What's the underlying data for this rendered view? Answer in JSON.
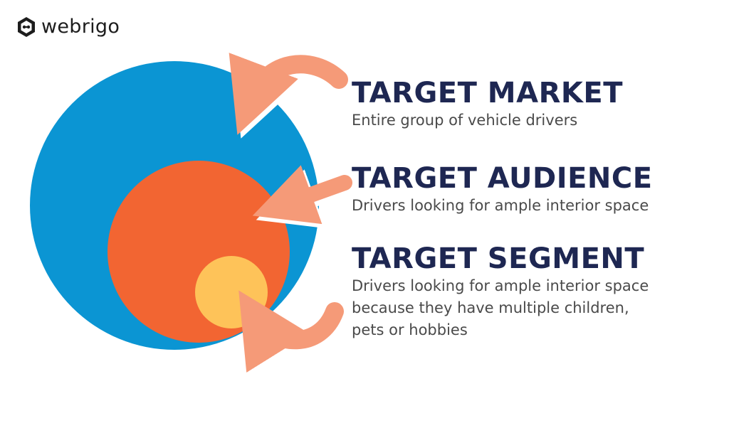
{
  "brand": {
    "name": "webrigo",
    "logo_icon": "hexagon-logo-icon"
  },
  "colors": {
    "market_circle": "#0b95d3",
    "audience_circle": "#f26532",
    "segment_circle": "#fec359",
    "arrow": "#f59a78",
    "title_text": "#1e2752",
    "desc_text": "#4a4a4a"
  },
  "levels": [
    {
      "title": "TARGET MARKET",
      "description_lines": [
        "Entire group of vehicle drivers"
      ]
    },
    {
      "title": "TARGET AUDIENCE",
      "description_lines": [
        "Drivers looking for ample interior space"
      ]
    },
    {
      "title": "TARGET SEGMENT",
      "description_lines": [
        "Drivers looking for ample interior space",
        "because they have multiple children,",
        "pets or hobbies"
      ]
    }
  ]
}
